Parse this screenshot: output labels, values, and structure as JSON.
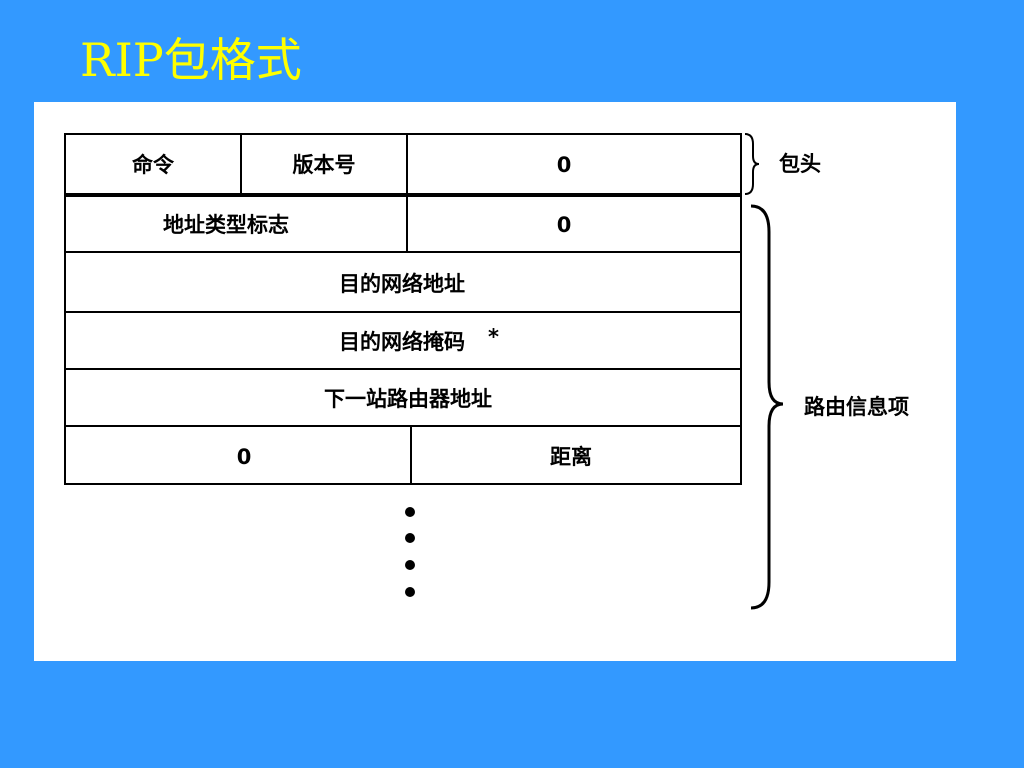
{
  "slide": {
    "title": "RIP包格式",
    "background_color": "#3399ff",
    "title_color": "#ffff00"
  },
  "diagram": {
    "header_row": {
      "command": "命令",
      "version": "版本号",
      "zero": "0"
    },
    "route_rows": {
      "address_family": "地址类型标志",
      "address_family_zero": "0",
      "dest_address": "目的网络地址",
      "dest_mask": "目的网络掩码",
      "mask_footnote_mark": "*",
      "next_hop": "下一站路由器地址",
      "metric_zero": "0",
      "metric": "距离"
    },
    "brace_labels": {
      "header": "包头",
      "route_entry": "路由信息项"
    }
  }
}
